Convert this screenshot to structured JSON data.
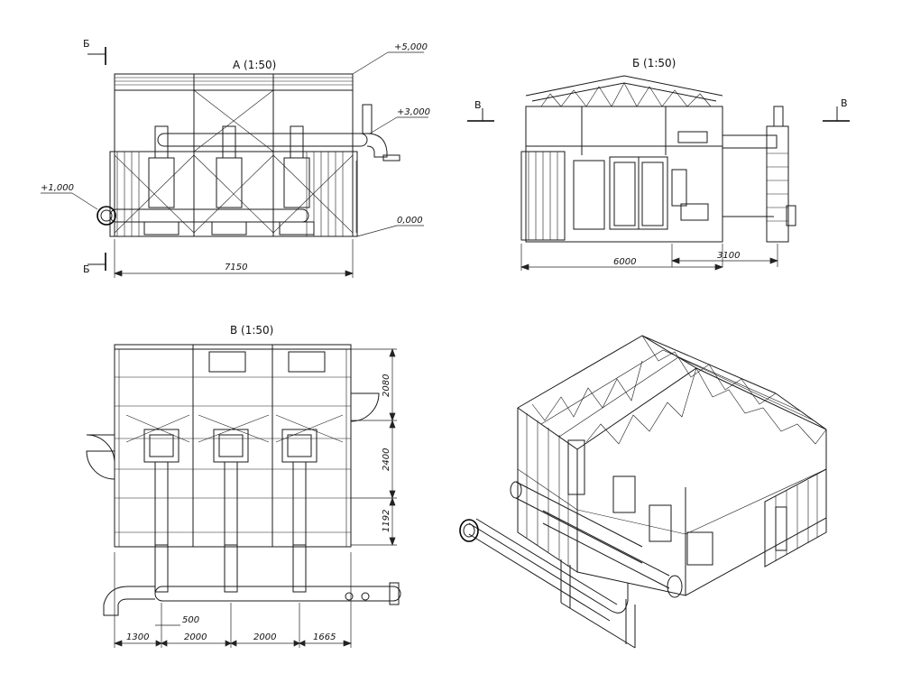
{
  "views": {
    "a": {
      "title": "А (1:50)",
      "section_mark": "Б",
      "elevations": [
        "+5,000",
        "+3,000",
        "+1,000",
        "0,000"
      ],
      "width_dim": "7150"
    },
    "b": {
      "title": "Б (1:50)",
      "section_mark": "В",
      "dims": [
        "6000",
        "3100"
      ]
    },
    "v": {
      "title": "В (1:50)",
      "vertical_dims": [
        "2080",
        "2400",
        "1192"
      ],
      "bottom_dims": [
        "1300",
        "2000",
        "2000",
        "1665"
      ],
      "offset_dim": "500"
    },
    "iso": {}
  }
}
